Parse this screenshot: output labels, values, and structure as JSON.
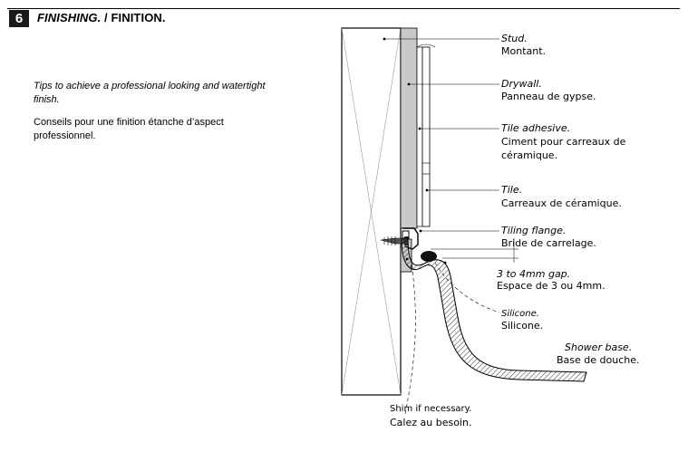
{
  "header": {
    "step_number": "6",
    "title_en": "FINISHING.",
    "separator": " / ",
    "title_fr": "FINITION."
  },
  "intro": {
    "tip_en": "Tips to achieve a professional looking and watertight finish.",
    "tip_fr": "Conseils pour une finition étanche d’aspect professionnel."
  },
  "labels": {
    "stud": {
      "en": "Stud.",
      "fr": "Montant."
    },
    "drywall": {
      "en": "Drywall.",
      "fr": "Panneau de gypse."
    },
    "tile_adhesive": {
      "en": "Tile adhesive.",
      "fr_line1": "Ciment pour carreaux de",
      "fr_line2": "céramique."
    },
    "tile": {
      "en": "Tile.",
      "fr": "Carreaux de céramique."
    },
    "tiling_flange": {
      "en": "Tiling flange.",
      "fr": "Bride de carrelage."
    },
    "gap": {
      "en": "3 to 4mm gap.",
      "fr": "Espace de 3 ou 4mm."
    },
    "silicone": {
      "en": "Silicone.",
      "fr": "Silicone."
    },
    "shower_base": {
      "en": "Shower base.",
      "fr": "Base de douche."
    },
    "shim": {
      "en": "Shim if necessary.",
      "fr": "Calez au besoin."
    }
  }
}
